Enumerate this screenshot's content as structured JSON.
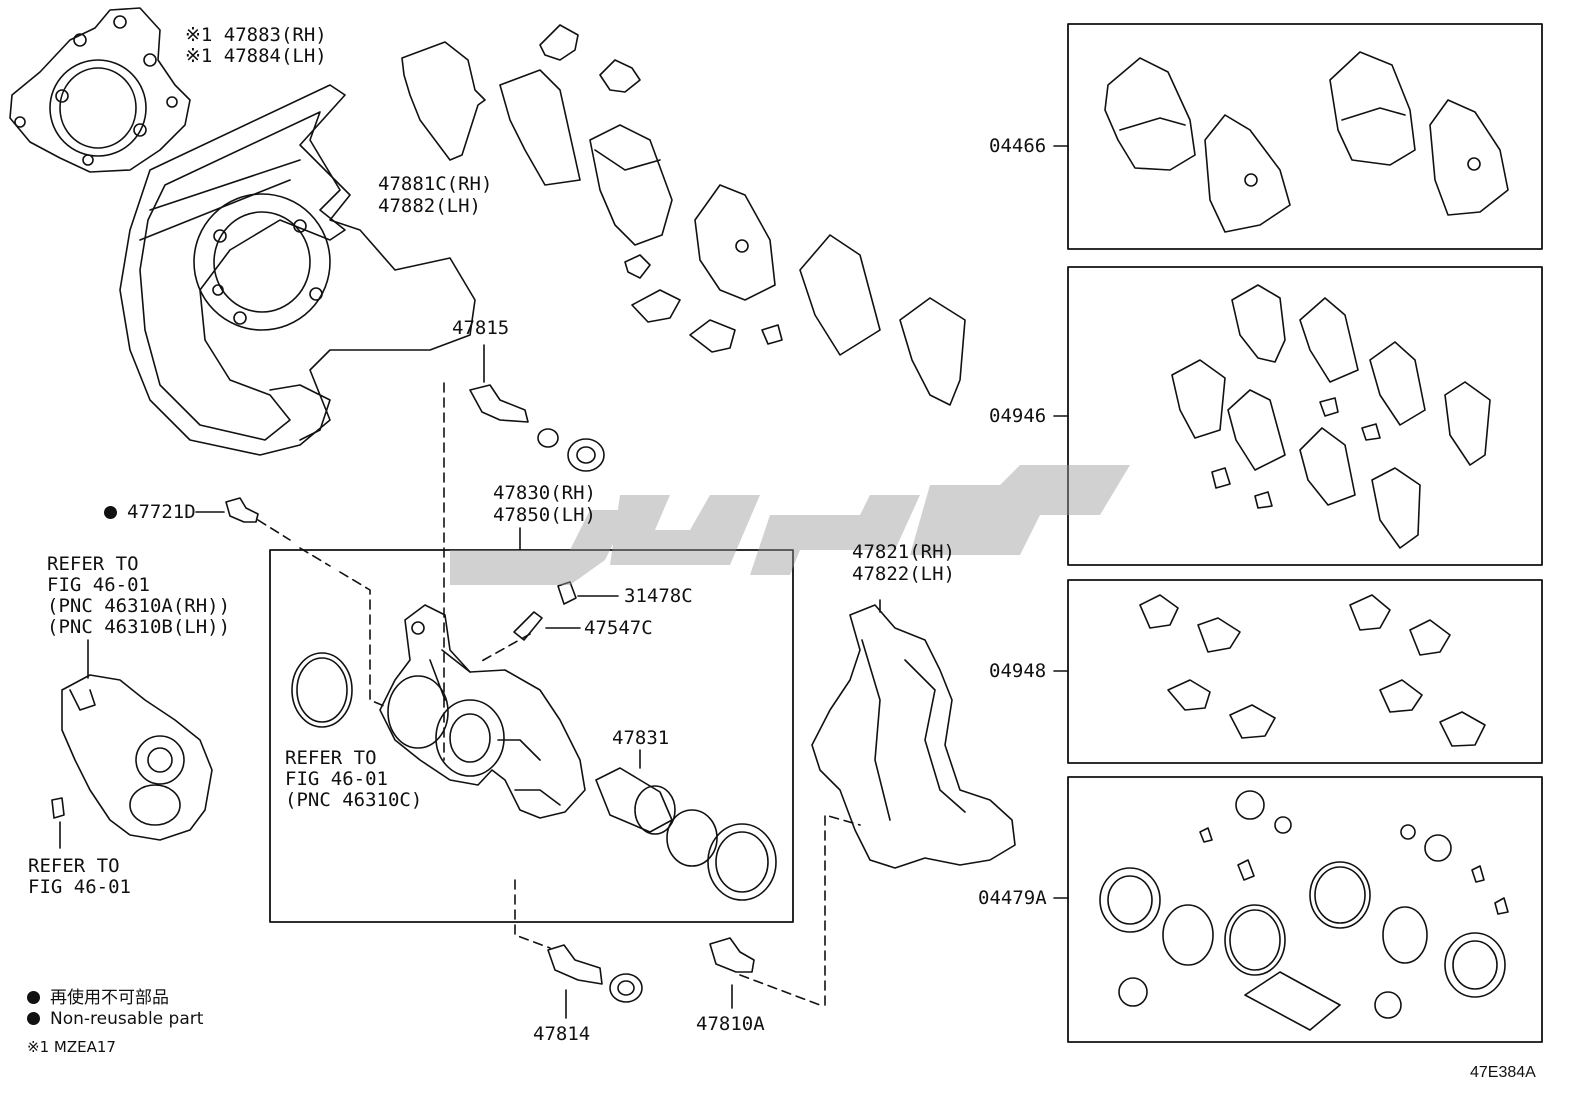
{
  "labels": {
    "p47883": "※1 47883(RH)",
    "p47884": "※1 47884(LH)",
    "p47881": "47881C(RH)",
    "p47882": "47882(LH)",
    "p47815": "47815",
    "p47721": "47721D",
    "p47830": "47830(RH)",
    "p47850": "47850(LH)",
    "p31478": "31478C",
    "p47547": "47547C",
    "p47831": "47831",
    "p47821": "47821(RH)",
    "p47822": "47822(LH)",
    "p47814": "47814",
    "p47810": "47810A",
    "k04466": "04466",
    "k04946": "04946",
    "k04948": "04948",
    "k04479": "04479A"
  },
  "refers": {
    "motor": "REFER TO\nFIG 46-01\n(PNC 46310A(RH))\n(PNC 46310B(LH))",
    "ring": "REFER TO\nFIG 46-01\n(PNC 46310C)",
    "bolt": "REFER TO\nFIG 46-01"
  },
  "legend": {
    "jp": "再使用不可部品",
    "en": "Non-reusable part",
    "note": "※1 MZEA17"
  },
  "figure_code": "47E384A",
  "colors": {
    "line": "#111111",
    "watermark": "#9a9a9a"
  }
}
